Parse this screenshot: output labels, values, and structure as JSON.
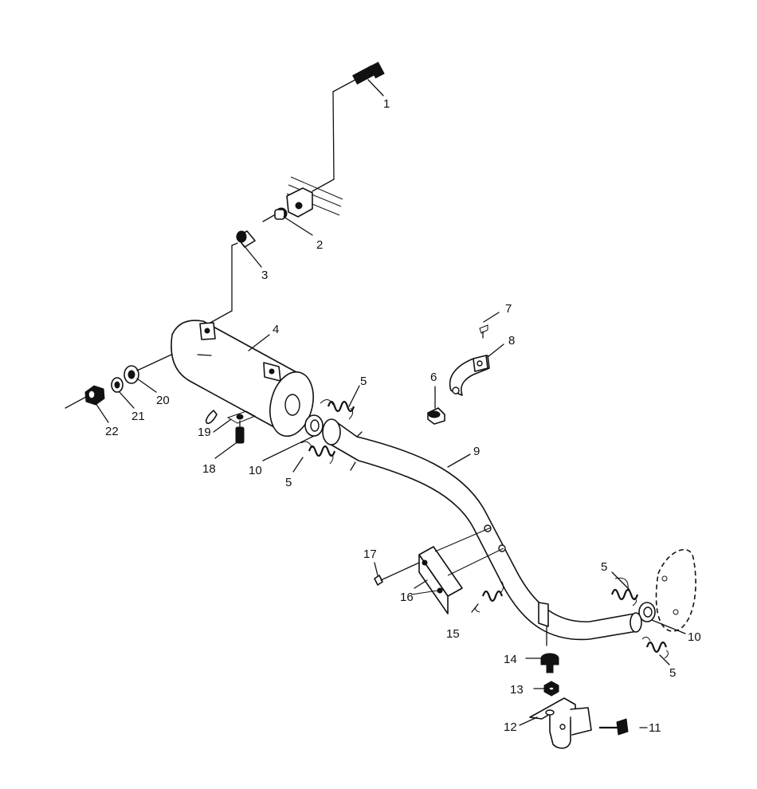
{
  "callouts": {
    "c1": "1",
    "c2": "2",
    "c3": "3",
    "c4": "4",
    "c5a": "5",
    "c5b": "5",
    "c5c": "5",
    "c5d": "5",
    "c6": "6",
    "c7": "7",
    "c8": "8",
    "c9": "9",
    "c10a": "10",
    "c10b": "10",
    "c11": "11",
    "c12": "12",
    "c13": "13",
    "c14": "14",
    "c15": "15",
    "c16": "16",
    "c17": "17",
    "c18": "18",
    "c19": "19",
    "c20": "20",
    "c21": "21",
    "c22": "22"
  },
  "colors": {
    "ink": "#111111",
    "paper": "#ffffff"
  }
}
